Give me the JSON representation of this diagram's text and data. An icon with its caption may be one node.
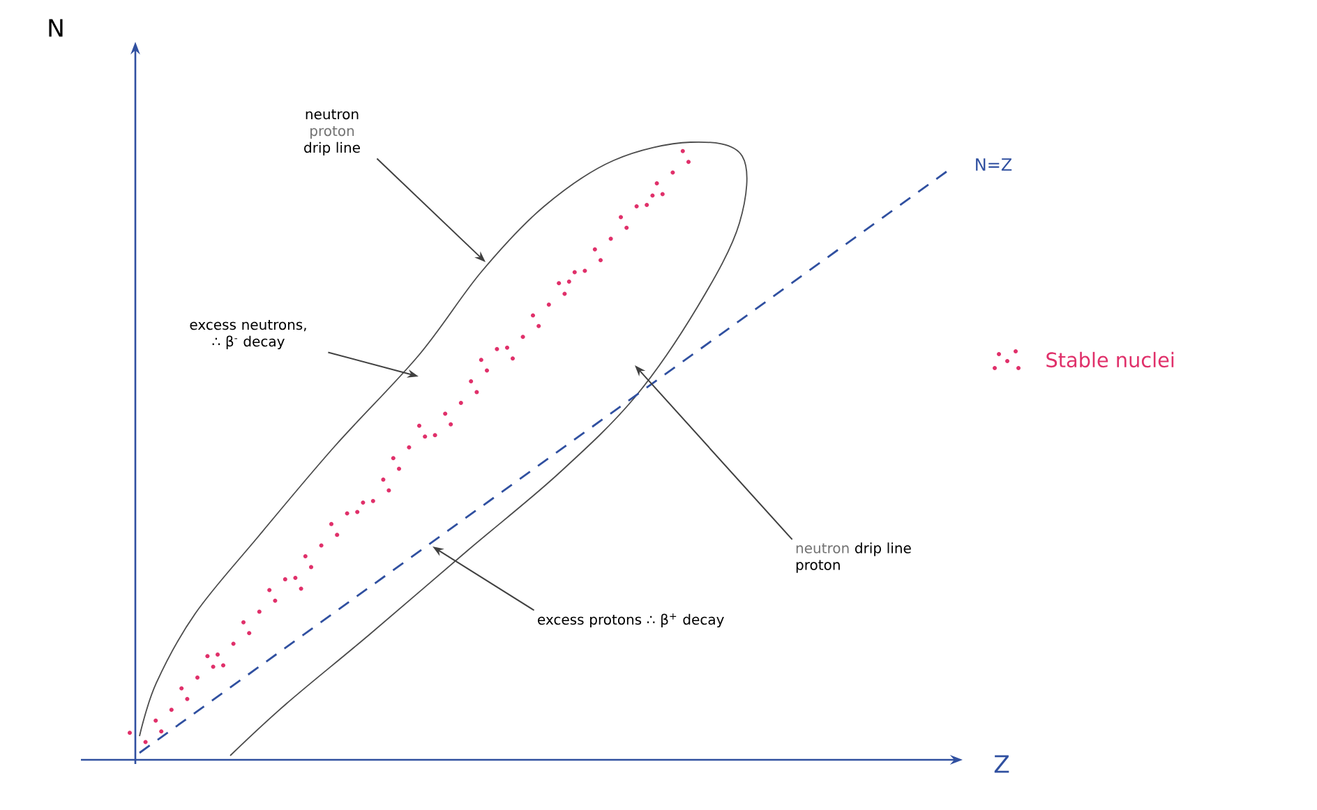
{
  "diagram": {
    "nodes": [
      {
        "text": [
          "neutron",
          "proton",
          "drip line"
        ]
      },
      {
        "text": [
          "excess neutrons, ∴ β$^{-}$ decay"
        ]
      },
      {
        "text": [
          "neutron",
          "drip line",
          "proton"
        ]
      },
      {
        "text": [
          "excess protons ∴ β$^{+}$ decay"
        ]
      }
    ],
    "edges": [
      {
        "from": 0,
        "to": null,
        "arrow": "to"
      },
      {
        "from": 1,
        "to": null,
        "arrow": "to"
      },
      {
        "from": 2,
        "to": null,
        "arrow": "to"
      },
      {
        "from": 3,
        "to": null,
        "arrow": "to"
      }
    ],
    "labels": [
      "N",
      "Z",
      "N=Z"
    ],
    "legend": [
      {
        "text": "Stable nuclei"
      }
    ]
  }
}
